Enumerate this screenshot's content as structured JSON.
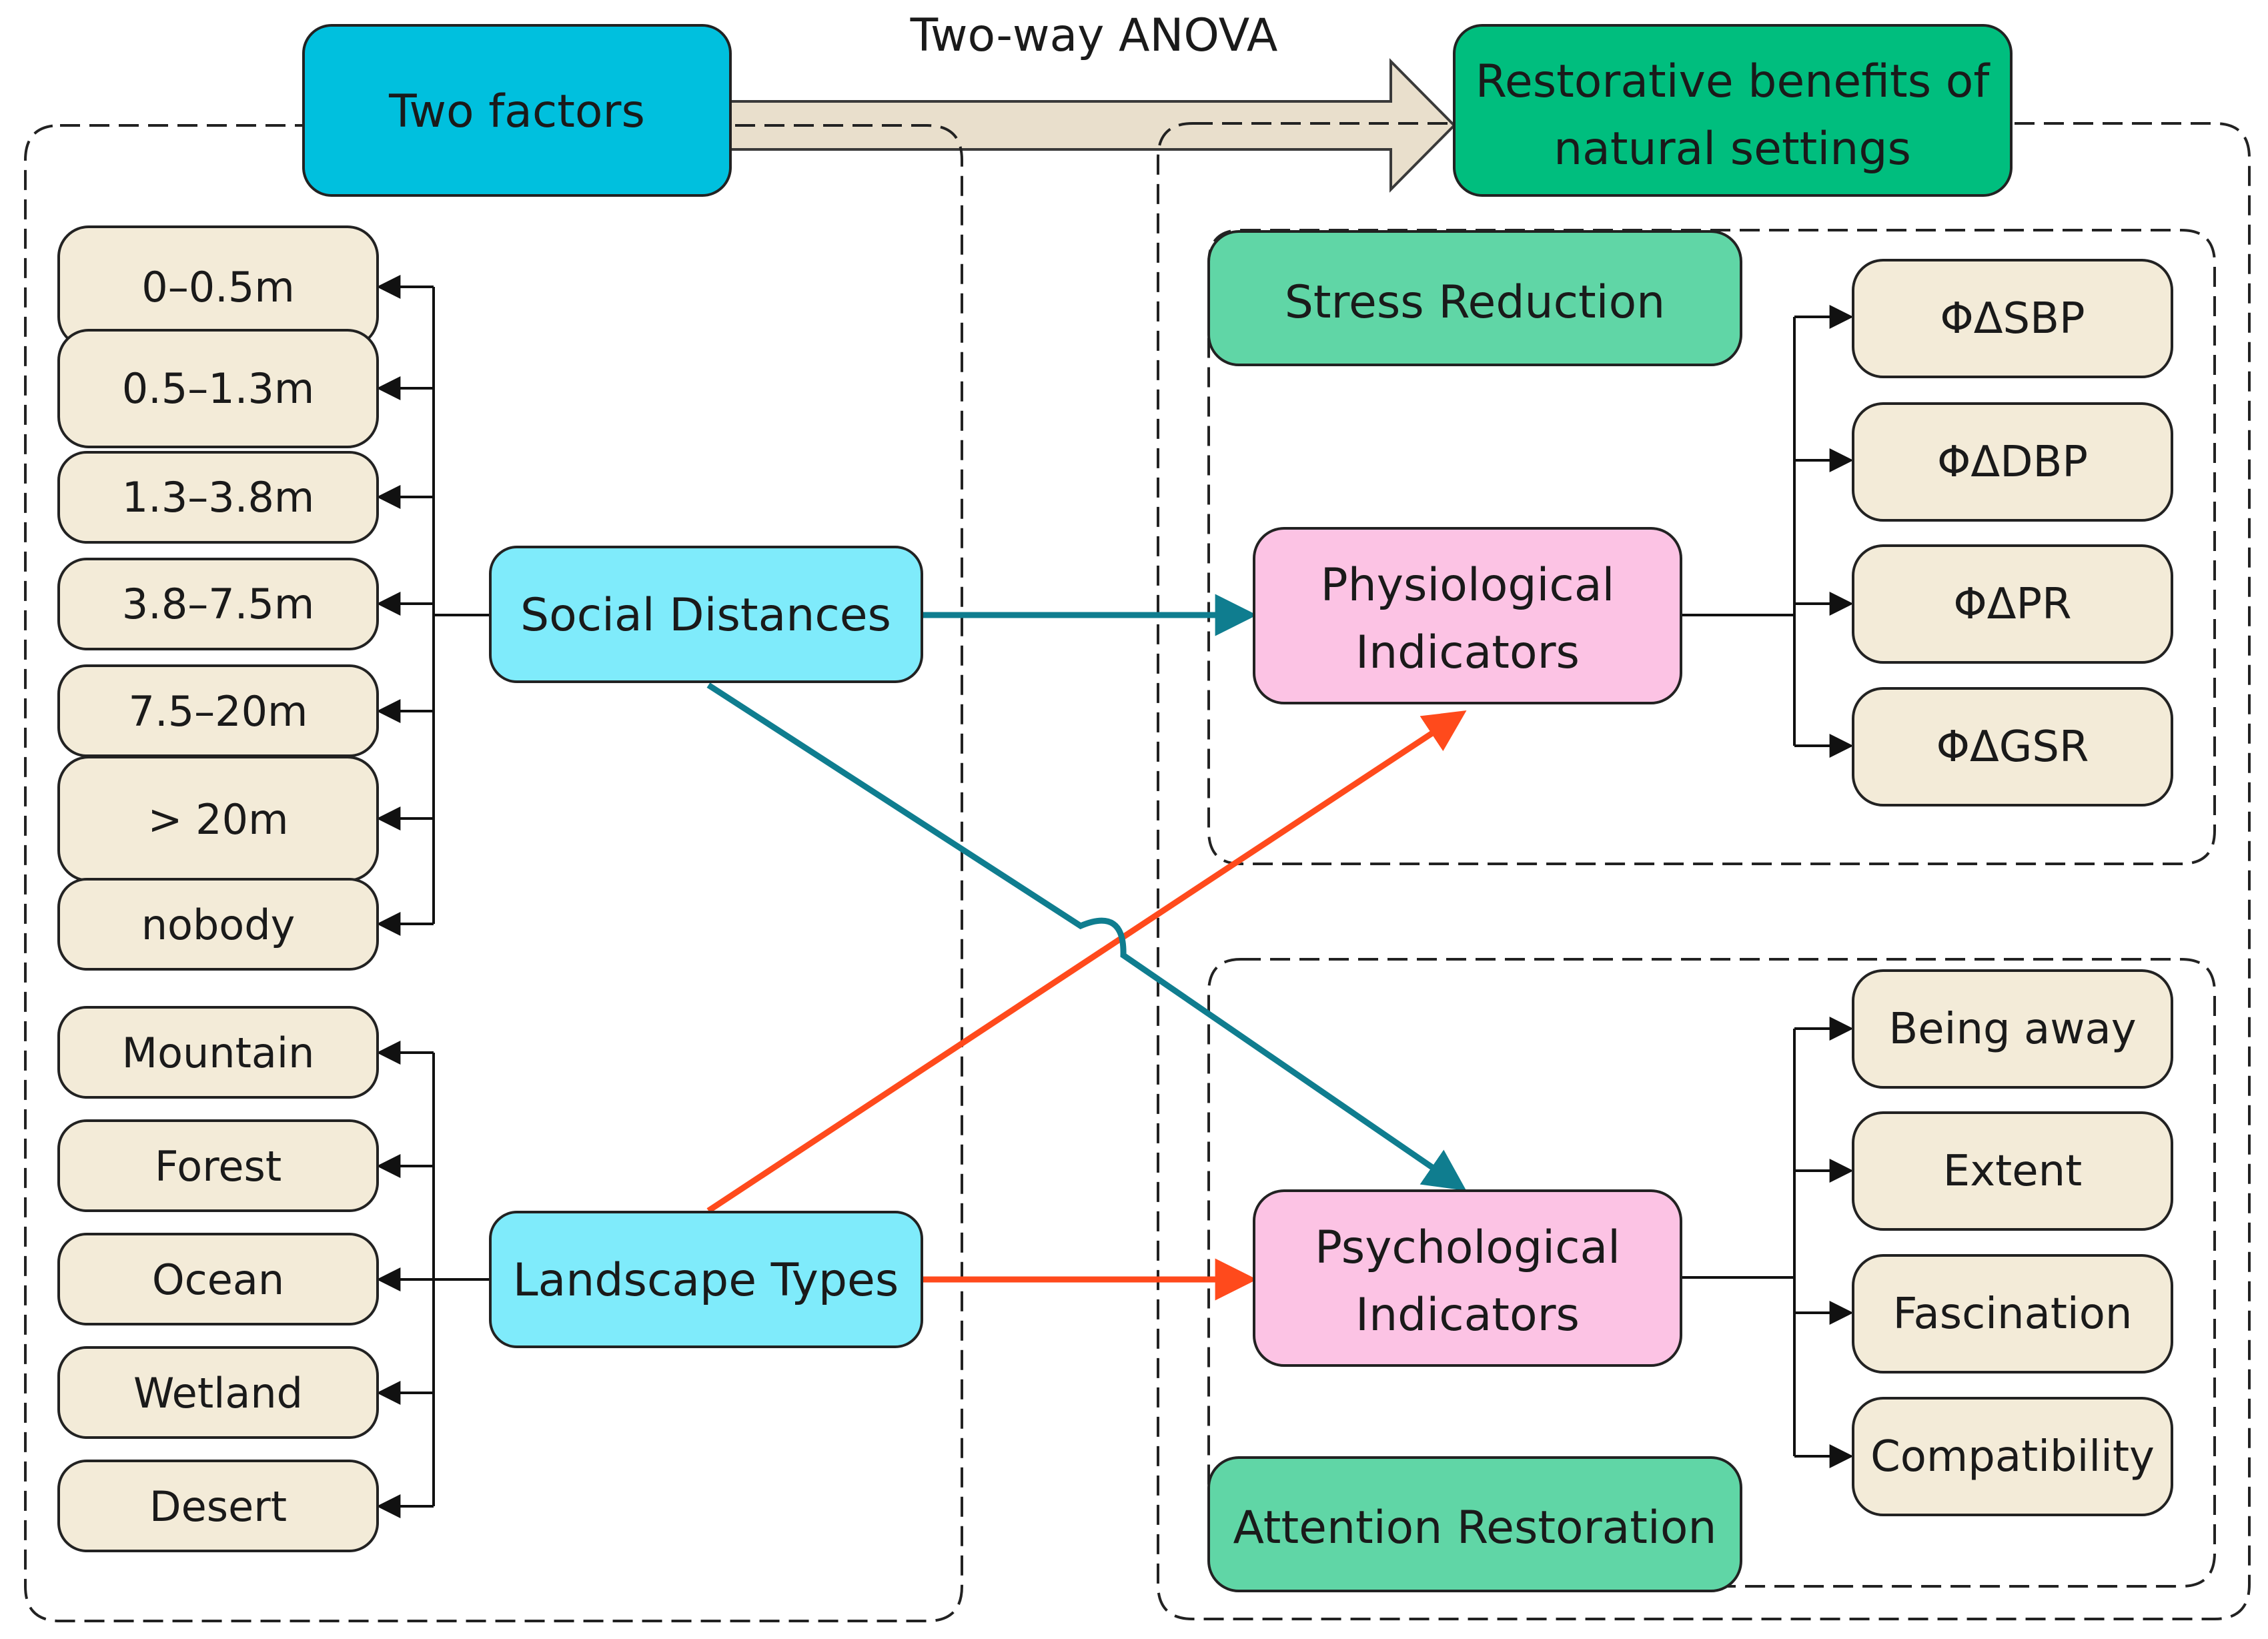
{
  "header": {
    "anova_label": "Two-way ANOVA",
    "factors_label": "Two factors",
    "benefits_line1": "Restorative benefits of",
    "benefits_line2": "natural settings"
  },
  "factors": {
    "social": {
      "label": "Social Distances",
      "levels": [
        "0–0.5m",
        "0.5–1.3m",
        "1.3–3.8m",
        "3.8–7.5m",
        "7.5–20m",
        "> 20m",
        "nobody"
      ]
    },
    "landscape": {
      "label": "Landscape Types",
      "levels": [
        "Mountain",
        "Forest",
        "Ocean",
        "Wetland",
        "Desert"
      ]
    }
  },
  "outcomes": {
    "stress": {
      "label": "Stress Reduction",
      "indicator_line1": "Physiological",
      "indicator_line2": "Indicators",
      "measures": [
        "ΦΔSBP",
        "ΦΔDBP",
        "ΦΔPR",
        "ΦΔGSR"
      ]
    },
    "attention": {
      "label": "Attention Restoration",
      "indicator_line1": "Psychological",
      "indicator_line2": "Indicators",
      "measures": [
        "Being away",
        "Extent",
        "Fascination",
        "Compatibility"
      ]
    }
  },
  "colors": {
    "factors_box": "#00C0DE",
    "benefits_box": "#00BE7E",
    "factor_box": "#7FEBFB",
    "level_box": "#F3EBD8",
    "indicator_box": "#FCC3E4",
    "outcome_box": "#60D6A6",
    "big_arrow": "#E9DFCC",
    "teal_arrow": "#0F7D8F",
    "orange_arrow": "#FF4A1C"
  }
}
